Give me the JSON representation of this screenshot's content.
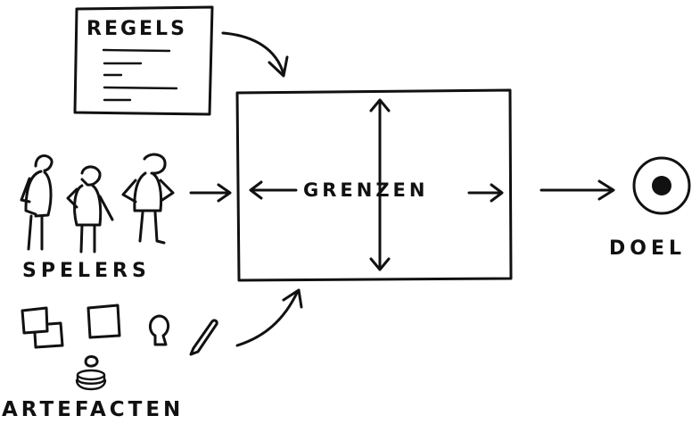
{
  "labels": {
    "regels": "REGELS",
    "grenzen": "GRENZEN",
    "spelers": "SPELERS",
    "doel": "DOEL",
    "artefacten": "ARTEFACTEN"
  },
  "colors": {
    "ink": "#111111",
    "background": "#ffffff"
  }
}
